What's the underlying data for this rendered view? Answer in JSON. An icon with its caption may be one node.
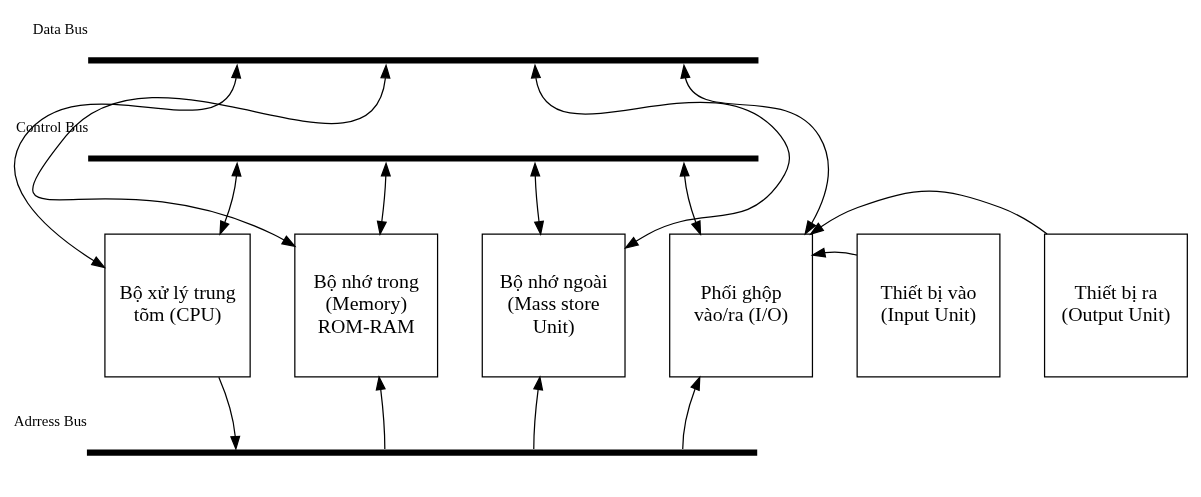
{
  "diagram": {
    "nodes": [
      {
        "text": [],
        "shape": "bar",
        "beside": [
          "Data Bus"
        ]
      },
      {
        "text": [],
        "shape": "bar",
        "beside": [
          "Control Bus"
        ]
      },
      {
        "text": [
          "Bộ xử lý trung tõm (CPU)"
        ]
      },
      {
        "text": [
          "Bộ nhớ trong (Memory) ROM-RAM"
        ]
      },
      {
        "text": [
          "Bộ nhớ ngoài (Mass store Unit)"
        ]
      },
      {
        "text": [
          "Phối ghộp vào/ra (I/O)"
        ]
      },
      {
        "text": [
          "Thiết bị vào (Input Unit)"
        ]
      },
      {
        "text": [
          "Thiết bị ra (Output Unit)"
        ]
      },
      {
        "text": [],
        "shape": "bar",
        "beside": [
          "Adrress Bus"
        ]
      }
    ],
    "edges": [
      {
        "from": 0,
        "to": 2,
        "arrow": "both"
      },
      {
        "from": 0,
        "to": 3,
        "arrow": "both"
      },
      {
        "from": 0,
        "to": 4,
        "arrow": "both"
      },
      {
        "from": 0,
        "to": 5,
        "arrow": "both"
      },
      {
        "from": 1,
        "to": 2,
        "arrow": "both"
      },
      {
        "from": 1,
        "to": 3,
        "arrow": "both"
      },
      {
        "from": 1,
        "to": 4,
        "arrow": "both"
      },
      {
        "from": 1,
        "to": 5,
        "arrow": "both"
      },
      {
        "from": 2,
        "to": 8,
        "arrow": "to"
      },
      {
        "from": 8,
        "to": 3,
        "arrow": "to"
      },
      {
        "from": 8,
        "to": 4,
        "arrow": "to"
      },
      {
        "from": 8,
        "to": 5,
        "arrow": "to"
      },
      {
        "from": 6,
        "to": 5,
        "arrow": "to"
      },
      {
        "from": 7,
        "to": 5,
        "arrow": "to"
      }
    ]
  }
}
